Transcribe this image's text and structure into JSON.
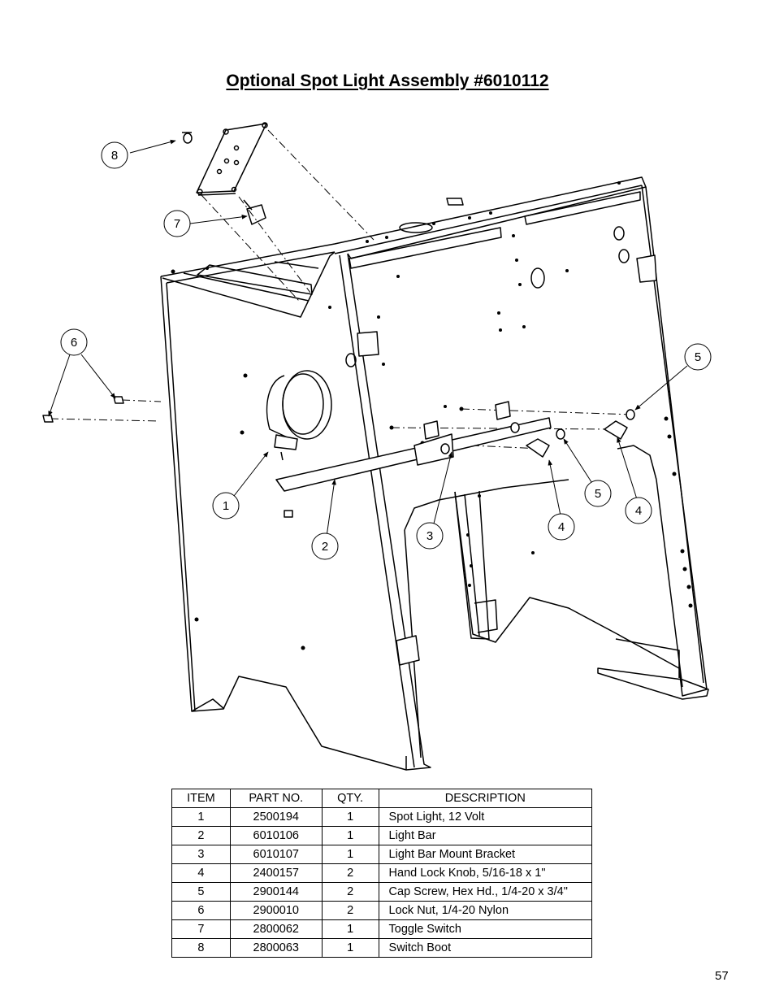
{
  "title": "Optional Spot Light Assembly #6010112",
  "callouts": [
    "1",
    "2",
    "3",
    "4",
    "4",
    "5",
    "5",
    "6",
    "7",
    "8"
  ],
  "table": {
    "headers": {
      "item": "ITEM",
      "part_no": "PART NO.",
      "qty": "QTY.",
      "description": "DESCRIPTION"
    },
    "rows": [
      {
        "item": "1",
        "part_no": "2500194",
        "qty": "1",
        "description": "Spot Light, 12 Volt"
      },
      {
        "item": "2",
        "part_no": "6010106",
        "qty": "1",
        "description": "Light Bar"
      },
      {
        "item": "3",
        "part_no": "6010107",
        "qty": "1",
        "description": "Light Bar Mount Bracket"
      },
      {
        "item": "4",
        "part_no": "2400157",
        "qty": "2",
        "description": "Hand Lock Knob, 5/16-18 x 1\""
      },
      {
        "item": "5",
        "part_no": "2900144",
        "qty": "2",
        "description": "Cap Screw, Hex Hd., 1/4-20 x 3/4\""
      },
      {
        "item": "6",
        "part_no": "2900010",
        "qty": "2",
        "description": "Lock Nut, 1/4-20 Nylon"
      },
      {
        "item": "7",
        "part_no": "2800062",
        "qty": "1",
        "description": "Toggle Switch"
      },
      {
        "item": "8",
        "part_no": "2800063",
        "qty": "1",
        "description": "Switch Boot"
      }
    ]
  },
  "page_number": "57"
}
